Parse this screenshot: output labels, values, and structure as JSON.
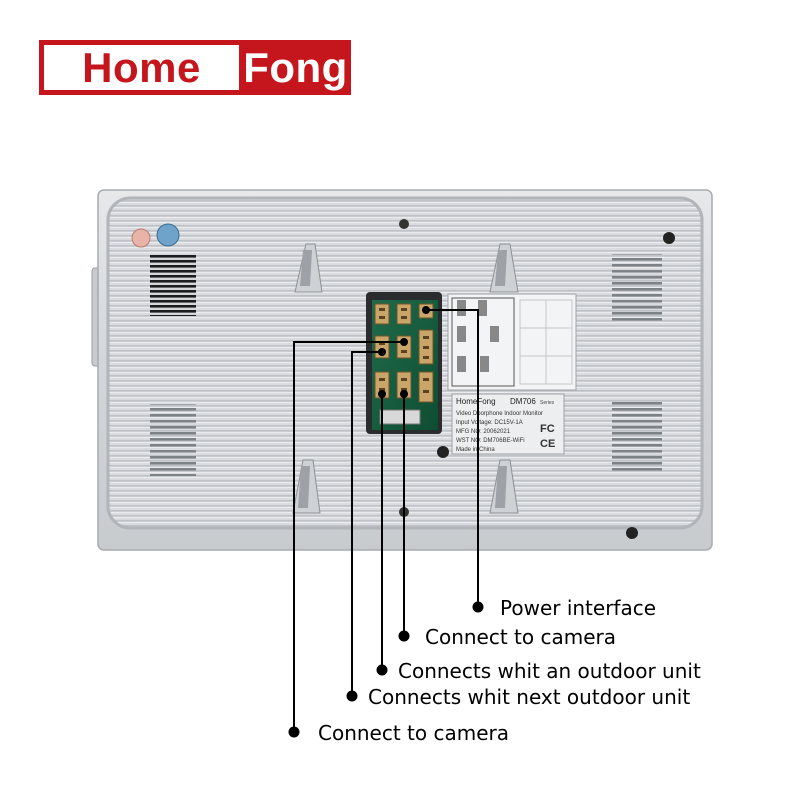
{
  "brand": {
    "word1": "Home",
    "word2": "Fong",
    "color": "#c4161c"
  },
  "sticker": {
    "brand": "HomeFong",
    "model": "DM706",
    "series": "Series",
    "lines": [
      "Video Doorphone Indoor Monitor",
      "Input Voltage: DC15V-1A",
      "MFG NO: 20062021",
      "WST NO: DM706BE-WiFi",
      "Made in China"
    ],
    "fc": "FC",
    "ce": "CE"
  },
  "callouts": [
    {
      "text": "Power interface"
    },
    {
      "text": "Connect to camera"
    },
    {
      "text": "Connects whit an outdoor unit"
    },
    {
      "text": "Connects whit next outdoor unit"
    },
    {
      "text": "Connect to camera"
    }
  ]
}
